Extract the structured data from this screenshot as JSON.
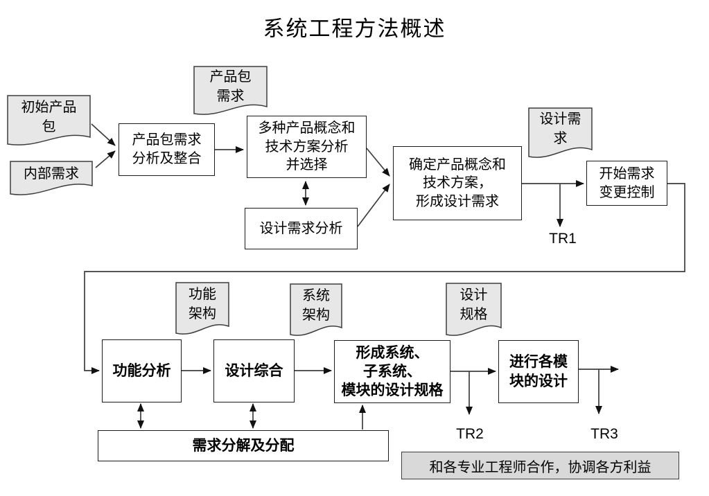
{
  "title": "系统工程方法概述",
  "boxes": [
    {
      "name": "product-package-requirement-analysis",
      "label": "产品包需求\n分析及整合"
    },
    {
      "name": "multi-concept-tech-analysis",
      "label": "多种产品概念和\n技术方案分析\n并选择"
    },
    {
      "name": "design-requirement-analysis",
      "label": "设计需求分析"
    },
    {
      "name": "confirm-concept-form-design-req",
      "label": "确定产品概念和\n技术方案，\n形成设计需求"
    },
    {
      "name": "start-requirement-change-control",
      "label": "开始需求\n变更控制"
    },
    {
      "name": "functional-analysis",
      "label": "功能分析"
    },
    {
      "name": "design-synthesis",
      "label": "设计综合"
    },
    {
      "name": "form-system-subsystem-module-specs",
      "label": "形成系统、\n子系统、\n模块的设计规格"
    },
    {
      "name": "module-design",
      "label": "进行各模\n块的设计"
    },
    {
      "name": "requirement-decomposition-allocation",
      "label": "需求分解及分配"
    }
  ],
  "documents": [
    {
      "name": "initial-product-package",
      "label": "初始产品\n包"
    },
    {
      "name": "internal-requirements",
      "label": "内部需求"
    },
    {
      "name": "product-package-requirements",
      "label": "产品包\n需求"
    },
    {
      "name": "design-requirements",
      "label": "设计需\n求"
    },
    {
      "name": "functional-architecture",
      "label": "功能\n架构"
    },
    {
      "name": "system-architecture",
      "label": "系统\n架构"
    },
    {
      "name": "design-specifications",
      "label": "设计\n规格"
    }
  ],
  "milestones": [
    {
      "label": "TR1"
    },
    {
      "label": "TR2"
    },
    {
      "label": "TR3"
    }
  ],
  "note": {
    "label": "和各专业工程师合作，协调各方利益"
  },
  "colors": {
    "background": "#ffffff",
    "document_fill": "#e7e7e7",
    "note_fill": "#d9d9d9",
    "line": "#3d3d3d",
    "box_border": "#1a1a1a"
  }
}
